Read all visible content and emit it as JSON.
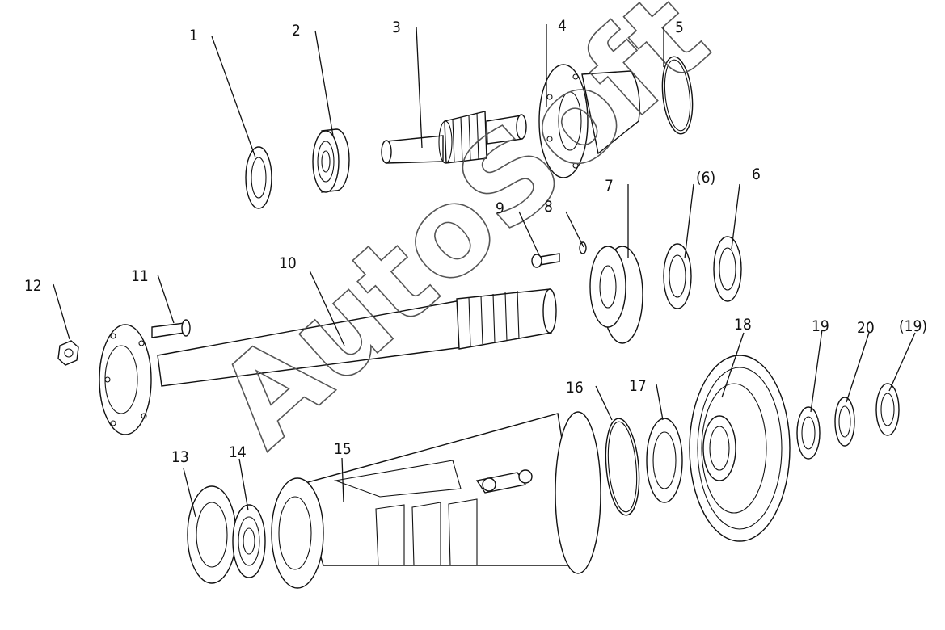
{
  "watermark": "AutoSoft",
  "callouts": [
    "1",
    "2",
    "3",
    "4",
    "5",
    "(6)",
    "6",
    "7",
    "8",
    "9",
    "10",
    "11",
    "12",
    "13",
    "14",
    "15",
    "16",
    "17",
    "18",
    "19",
    "20",
    "(19)"
  ]
}
